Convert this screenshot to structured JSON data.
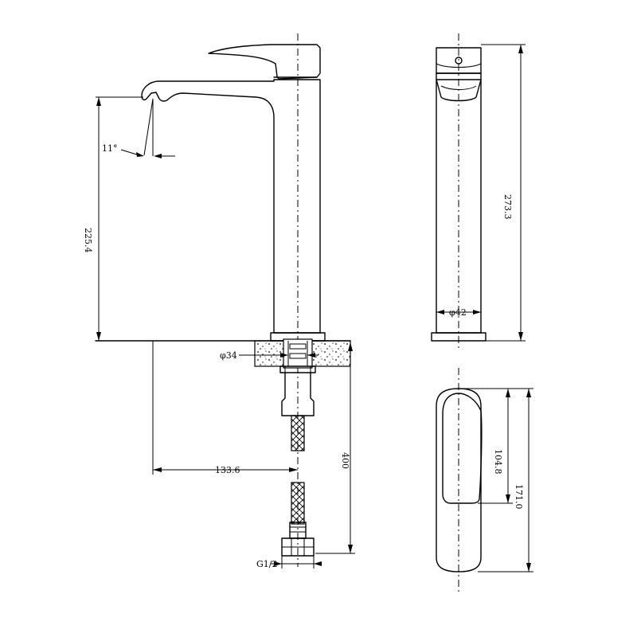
{
  "dimensions": {
    "spout_angle": "11°",
    "spout_height": "225.4",
    "total_height": "273.3",
    "body_diameter": "φ42",
    "shank_diameter": "φ34",
    "hose_length": "400",
    "spout_reach": "133.6",
    "connection_thread": "G1/2",
    "handle_length": "104.8",
    "base_length": "171.0"
  },
  "colors": {
    "line": "#000000",
    "background": "#ffffff"
  }
}
